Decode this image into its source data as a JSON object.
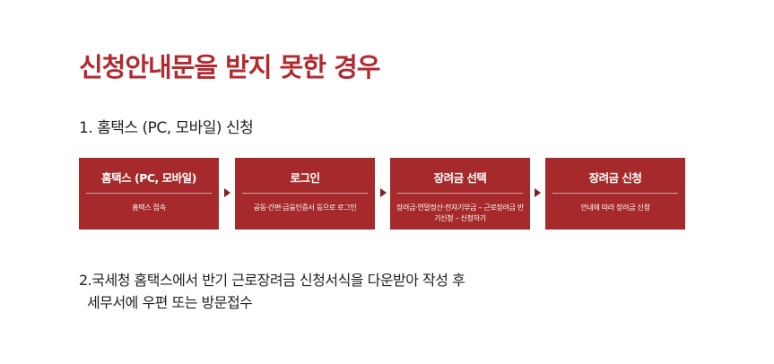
{
  "title": "신청안내문을 받지 못한 경우",
  "section1": {
    "heading": "1. 홈택스 (PC, 모바일) 신청"
  },
  "steps": [
    {
      "title": "홈택스 (PC, 모바일)",
      "desc": "홈택스 접속"
    },
    {
      "title": "로그인",
      "desc": "공동·간편·금융인증서 등으로 로그인"
    },
    {
      "title": "장려금 선택",
      "desc": "장려금·연말정산·전자기부금 – 근로장려금 반기신청 – 신청하기"
    },
    {
      "title": "장려금 신청",
      "desc": "안내에 따라 장려금 신청"
    }
  ],
  "section2": {
    "line1": "2.국세청 홈택스에서 반기 근로장려금 신청서식을 다운받아 작성 후",
    "line2": "세무서에 우편 또는 방문접수"
  },
  "colors": {
    "accent": "#b22a2f",
    "box": "#a62a2b",
    "arrow": "#7a2325"
  }
}
